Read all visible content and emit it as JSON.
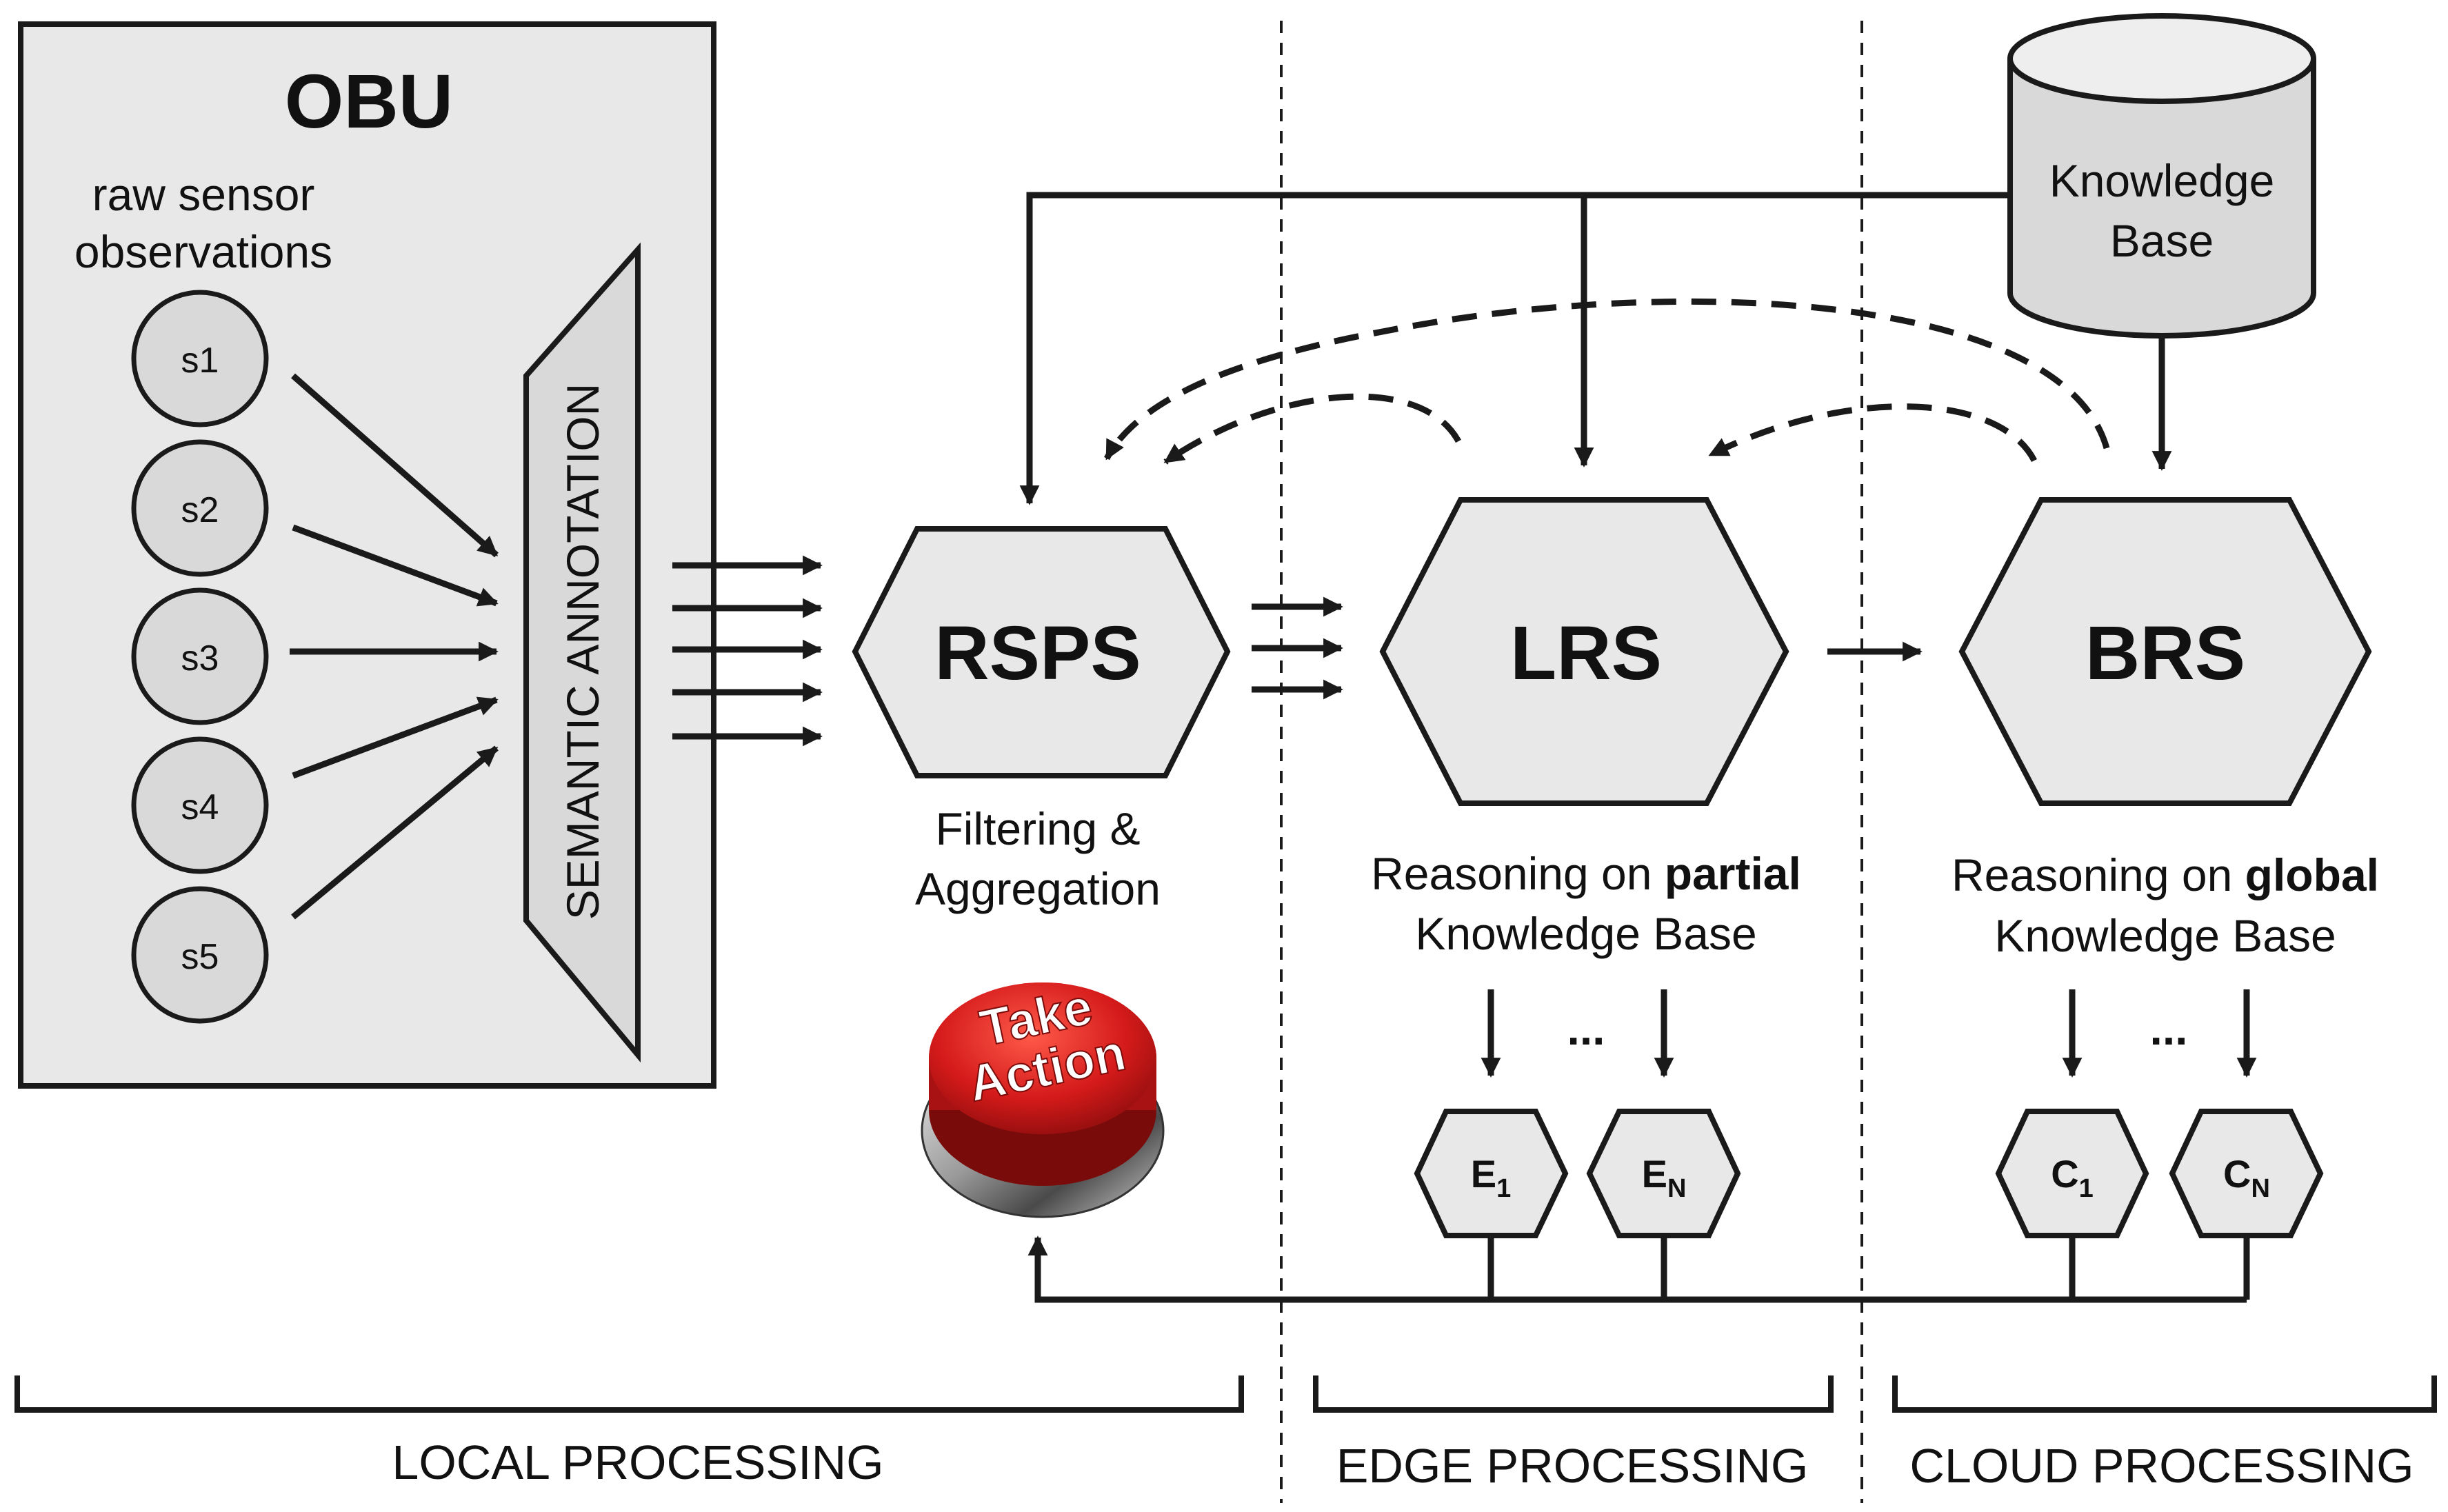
{
  "obu": {
    "title": "OBU",
    "caption_line1": "raw sensor",
    "caption_line2": "observations",
    "sensors": [
      "s1",
      "s2",
      "s3",
      "s4",
      "s5"
    ],
    "annotation_label": "SEMANTIC ANNOTATION"
  },
  "rsps": {
    "label": "RSPS",
    "caption_line1": "Filtering &",
    "caption_line2": "Aggregation",
    "button_line1": "Take",
    "button_line2": "Action"
  },
  "lrs": {
    "label": "LRS",
    "caption_prefix": "Reasoning on ",
    "caption_emphasis": "partial",
    "caption_line2": "Knowledge Base",
    "nodes": [
      {
        "letter": "E",
        "sub": "1"
      },
      {
        "letter": "E",
        "sub": "N"
      }
    ],
    "ellipsis": "..."
  },
  "brs": {
    "label": "BRS",
    "caption_prefix": "Reasoning on ",
    "caption_emphasis": "global",
    "caption_line2": "Knowledge Base",
    "nodes": [
      {
        "letter": "C",
        "sub": "1"
      },
      {
        "letter": "C",
        "sub": "N"
      }
    ],
    "ellipsis": "..."
  },
  "knowledge_base": {
    "line1": "Knowledge",
    "line2": "Base"
  },
  "sections": {
    "local": "LOCAL PROCESSING",
    "edge": "EDGE PROCESSING",
    "cloud": "CLOUD PROCESSING"
  },
  "colors": {
    "fill_light": "#e8e8e8",
    "fill_mid": "#d9d9d9",
    "stroke": "#1a1a1a",
    "button_red": "#d41a1a"
  }
}
